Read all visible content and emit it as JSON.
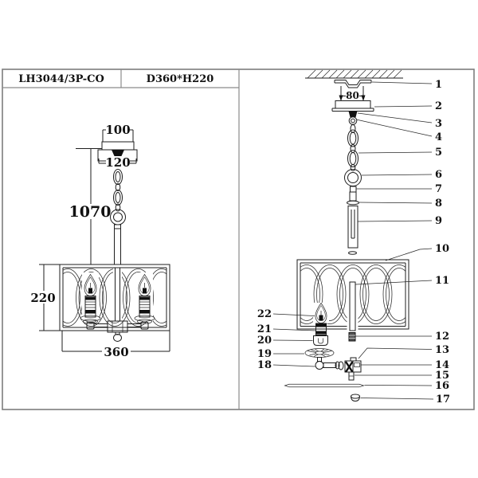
{
  "title_block": {
    "model": "LH3044/3P-CO",
    "dimensions": "D360*H220"
  },
  "left_view": {
    "dims": {
      "canopy_top": "100",
      "canopy": "120",
      "overall_height": "1070",
      "shade_height": "220",
      "shade_diameter": "360"
    }
  },
  "right_view": {
    "dims": {
      "mount_spacing": "80"
    },
    "parts_right": [
      "1",
      "2",
      "3",
      "4",
      "5",
      "6",
      "7",
      "8",
      "9",
      "10",
      "11",
      "12",
      "13",
      "14",
      "15",
      "16",
      "17"
    ],
    "parts_left": [
      "22",
      "21",
      "20",
      "19",
      "18"
    ]
  }
}
